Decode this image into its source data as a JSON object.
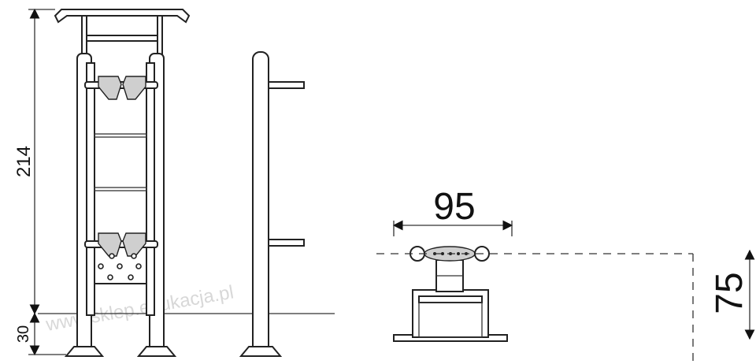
{
  "dimensions": {
    "height_total": "214",
    "height_base": "30",
    "width_top_view": "95",
    "depth_top_view": "75"
  },
  "watermark": "www.sklep.edukacja.pl"
}
